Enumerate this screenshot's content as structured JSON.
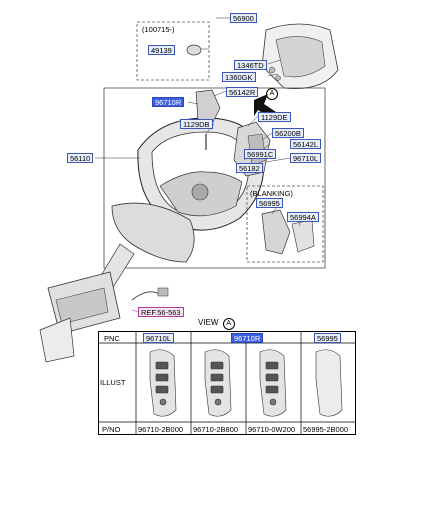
{
  "labels": {
    "group_date": "(100715-)",
    "p49139": "49139",
    "p56900": "56900",
    "p1346TD": "1346TD",
    "p1360GK": "1360GK",
    "p56142R": "56142R",
    "p96710R_top": "96710R",
    "circle_a_top": "A",
    "p1129DE": "1129DE",
    "p1129DB": "1129DB",
    "p56200B": "56200B",
    "p56142L": "56142L",
    "p56110": "56110",
    "p56991C": "56991C",
    "p96710L_top": "96710L",
    "p56182": "56182",
    "blanking": "(BLANKING)",
    "p56995_top": "56995",
    "p56994A": "56994A",
    "ref": "REF.56-563"
  },
  "view": {
    "text": "VIEW",
    "circle": "A"
  },
  "table": {
    "row_headers": [
      "PNC",
      "ILLUST",
      "P/NO"
    ],
    "pnc": [
      "96710L",
      "96710R",
      "56995"
    ],
    "pno": [
      "96710-2B000",
      "96710-2B800",
      "96710-0W200",
      "56995-2B000"
    ]
  },
  "colors": {
    "label_border": "#3a57b8",
    "label_fill": "#e8eefc",
    "highlight": "#3f5fe0",
    "ref_border": "#b0389a"
  }
}
